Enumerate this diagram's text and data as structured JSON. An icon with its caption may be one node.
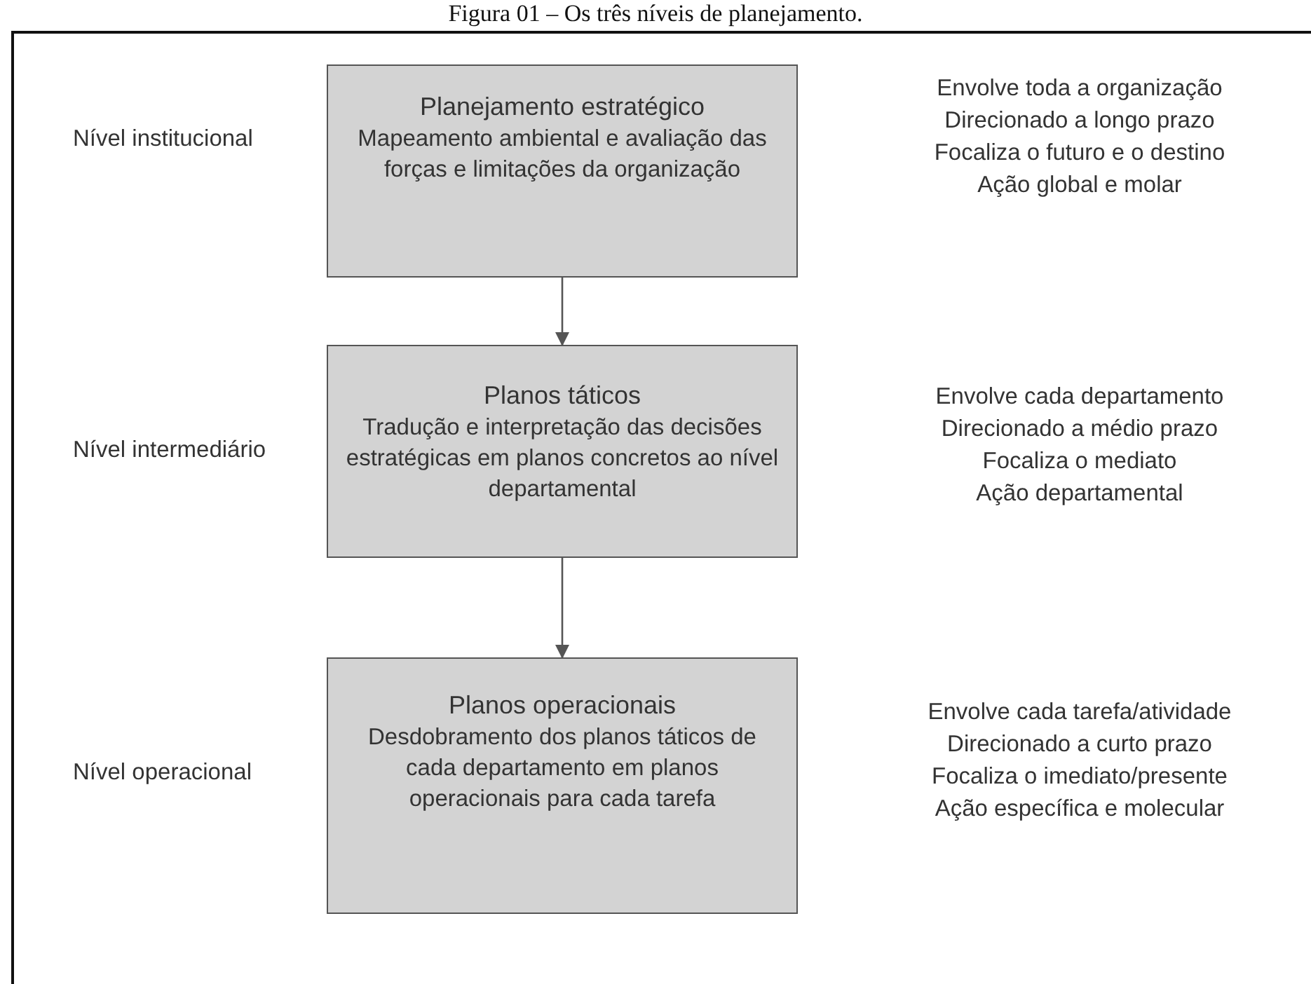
{
  "diagram": {
    "title": "Figura 01 – Os três níveis de planejamento.",
    "nodes": [
      {
        "text": [
          "Planejamento estratégico",
          "Mapeamento ambiental e avaliação das forças e limitações da organização"
        ]
      },
      {
        "text": [
          "Planos táticos",
          "Tradução e interpretação das decisões estratégicas em planos concretos ao nível departamental"
        ]
      },
      {
        "text": [
          "Planos operacionais",
          "Desdobramento dos planos táticos de cada departamento em planos operacionais para cada tarefa"
        ]
      }
    ],
    "edges": [
      {
        "from": 0,
        "to": 1,
        "arrow": "to"
      },
      {
        "from": 1,
        "to": 2,
        "arrow": "to"
      }
    ],
    "labels": [
      "Nível institucional",
      "Envolve toda a organização",
      "Direcionado a longo prazo",
      "Focaliza o futuro e o destino",
      "Ação global e molar",
      "Nível intermediário",
      "Envolve cada departamento",
      "Direcionado a médio prazo",
      "Focaliza o mediato",
      "Ação departamental",
      "Nível operacional",
      "Envolve cada tarefa/atividade",
      "Direcionado a curto prazo",
      "Focaliza o imediato/presente",
      "Ação específica e molecular"
    ]
  }
}
